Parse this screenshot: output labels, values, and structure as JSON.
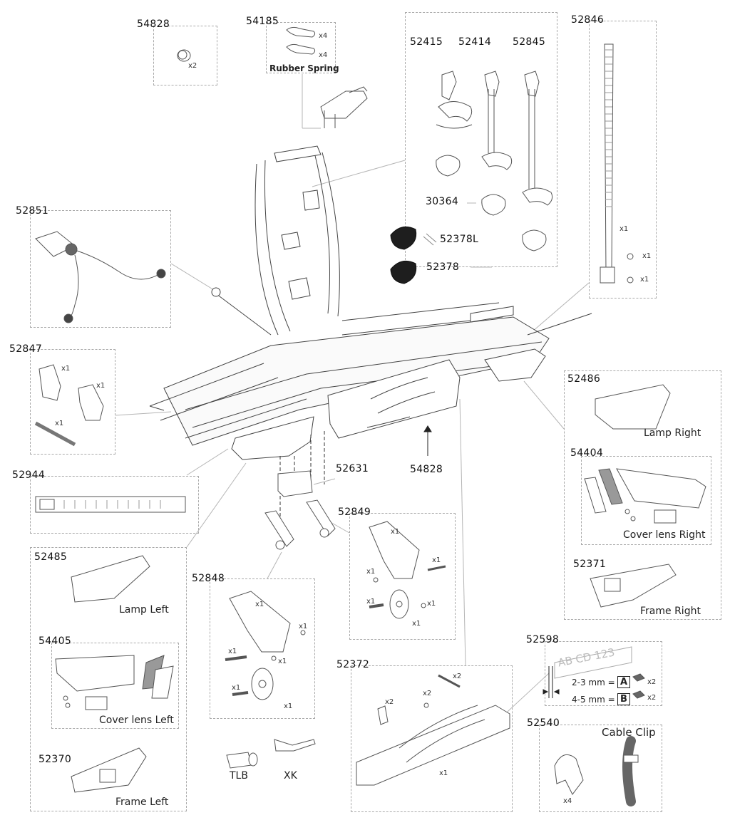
{
  "parts": {
    "p54828_top": "54828",
    "p54185": "54185",
    "p52415": "52415",
    "p52414": "52414",
    "p52845": "52845",
    "p52846": "52846",
    "p30364": "30364",
    "p52378L": "52378L",
    "p52378": "52378",
    "p52851": "52851",
    "p52847": "52847",
    "p52486": "52486",
    "p54404": "54404",
    "p52371": "52371",
    "p54828_mid": "54828",
    "p52631": "52631",
    "p52944": "52944",
    "p52849": "52849",
    "p52485": "52485",
    "p52848": "52848",
    "p54405": "54405",
    "p52598": "52598",
    "p52372": "52372",
    "p52540": "52540",
    "p52370": "52370"
  },
  "labels": {
    "rubber_spring": "Rubber Spring",
    "lamp_right": "Lamp Right",
    "cover_lens_right": "Cover lens Right",
    "frame_right": "Frame Right",
    "lamp_left": "Lamp Left",
    "cover_lens_left": "Cover lens Left",
    "frame_left": "Frame Left",
    "cable_clip": "Cable Clip",
    "tlb": "TLB",
    "xk": "XK",
    "plate_text": "AB CD 123",
    "spec_a_prefix": "2-3 mm =",
    "spec_a_letter": "A",
    "spec_b_prefix": "4-5 mm =",
    "spec_b_letter": "B"
  },
  "quantities": {
    "x1": "x1",
    "x2": "x2",
    "x4": "x4"
  }
}
